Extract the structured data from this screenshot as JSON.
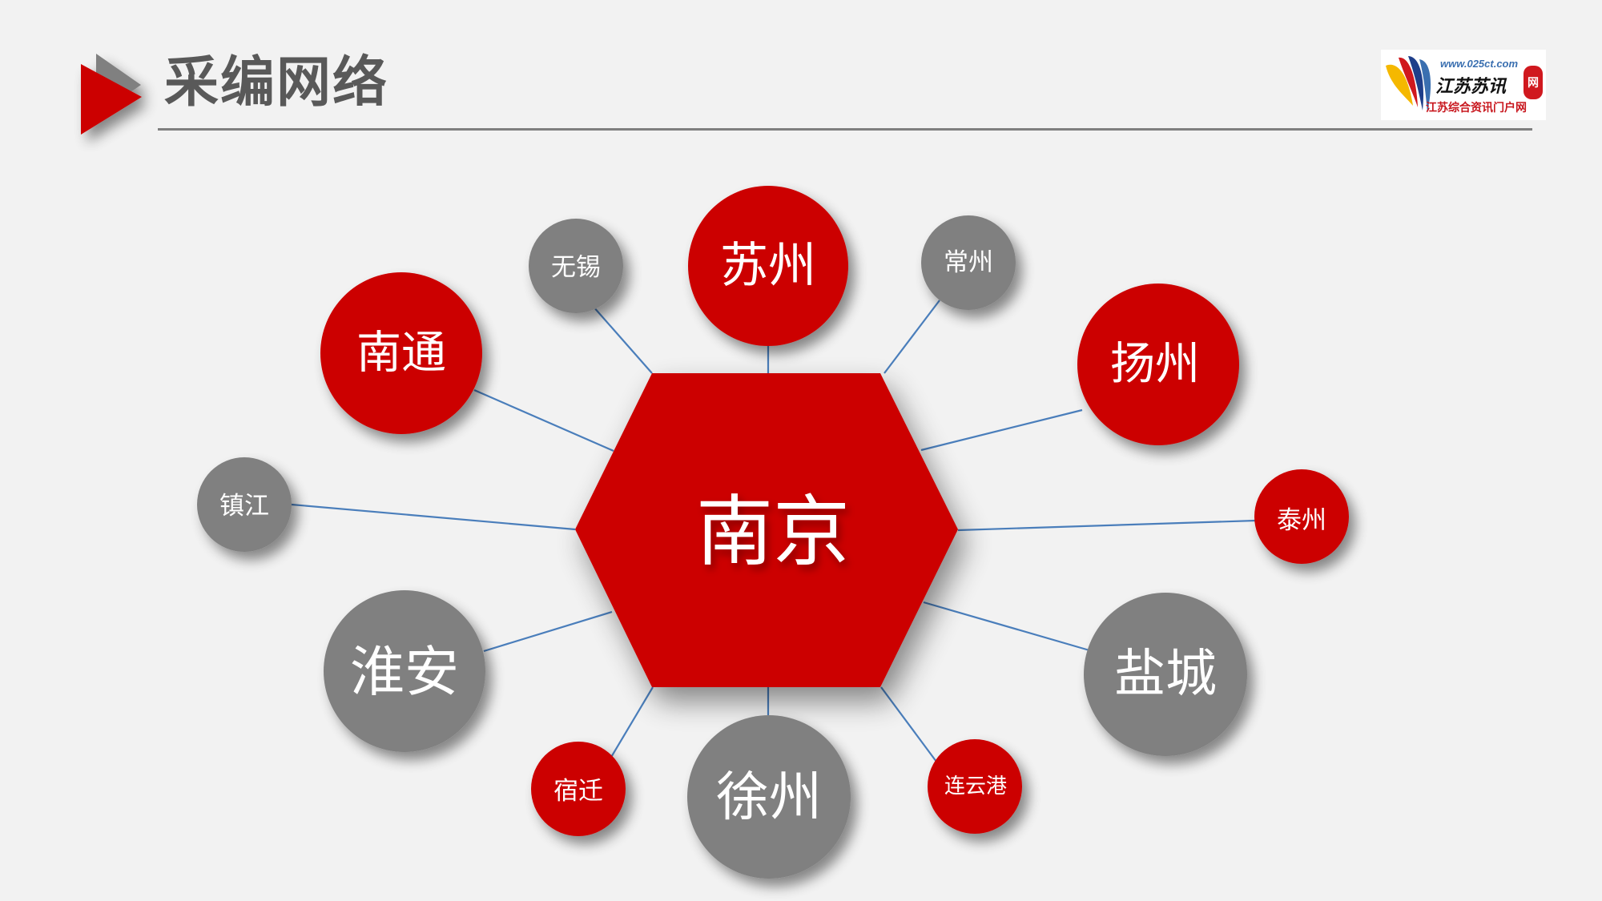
{
  "header": {
    "title": "采编网络",
    "logo": {
      "url": "www.025ct.com",
      "name": "江苏苏讯",
      "seal": "网",
      "subtitle": "江苏综合资讯门户网"
    }
  },
  "colors": {
    "background": "#f2f2f2",
    "red": "#cc0000",
    "gray": "#808080",
    "connector": "#4a7ebb",
    "title": "#595959"
  },
  "hub": {
    "label": "南京",
    "color": "red"
  },
  "nodes": [
    {
      "label": "苏州",
      "color": "red",
      "size": "large"
    },
    {
      "label": "常州",
      "color": "gray",
      "size": "small"
    },
    {
      "label": "扬州",
      "color": "red",
      "size": "large"
    },
    {
      "label": "泰州",
      "color": "red",
      "size": "small"
    },
    {
      "label": "盐城",
      "color": "gray",
      "size": "large"
    },
    {
      "label": "连云港",
      "color": "red",
      "size": "small"
    },
    {
      "label": "徐州",
      "color": "gray",
      "size": "large"
    },
    {
      "label": "宿迁",
      "color": "red",
      "size": "small"
    },
    {
      "label": "淮安",
      "color": "gray",
      "size": "large"
    },
    {
      "label": "镇江",
      "color": "gray",
      "size": "small"
    },
    {
      "label": "南通",
      "color": "red",
      "size": "large"
    },
    {
      "label": "无锡",
      "color": "gray",
      "size": "small"
    }
  ]
}
